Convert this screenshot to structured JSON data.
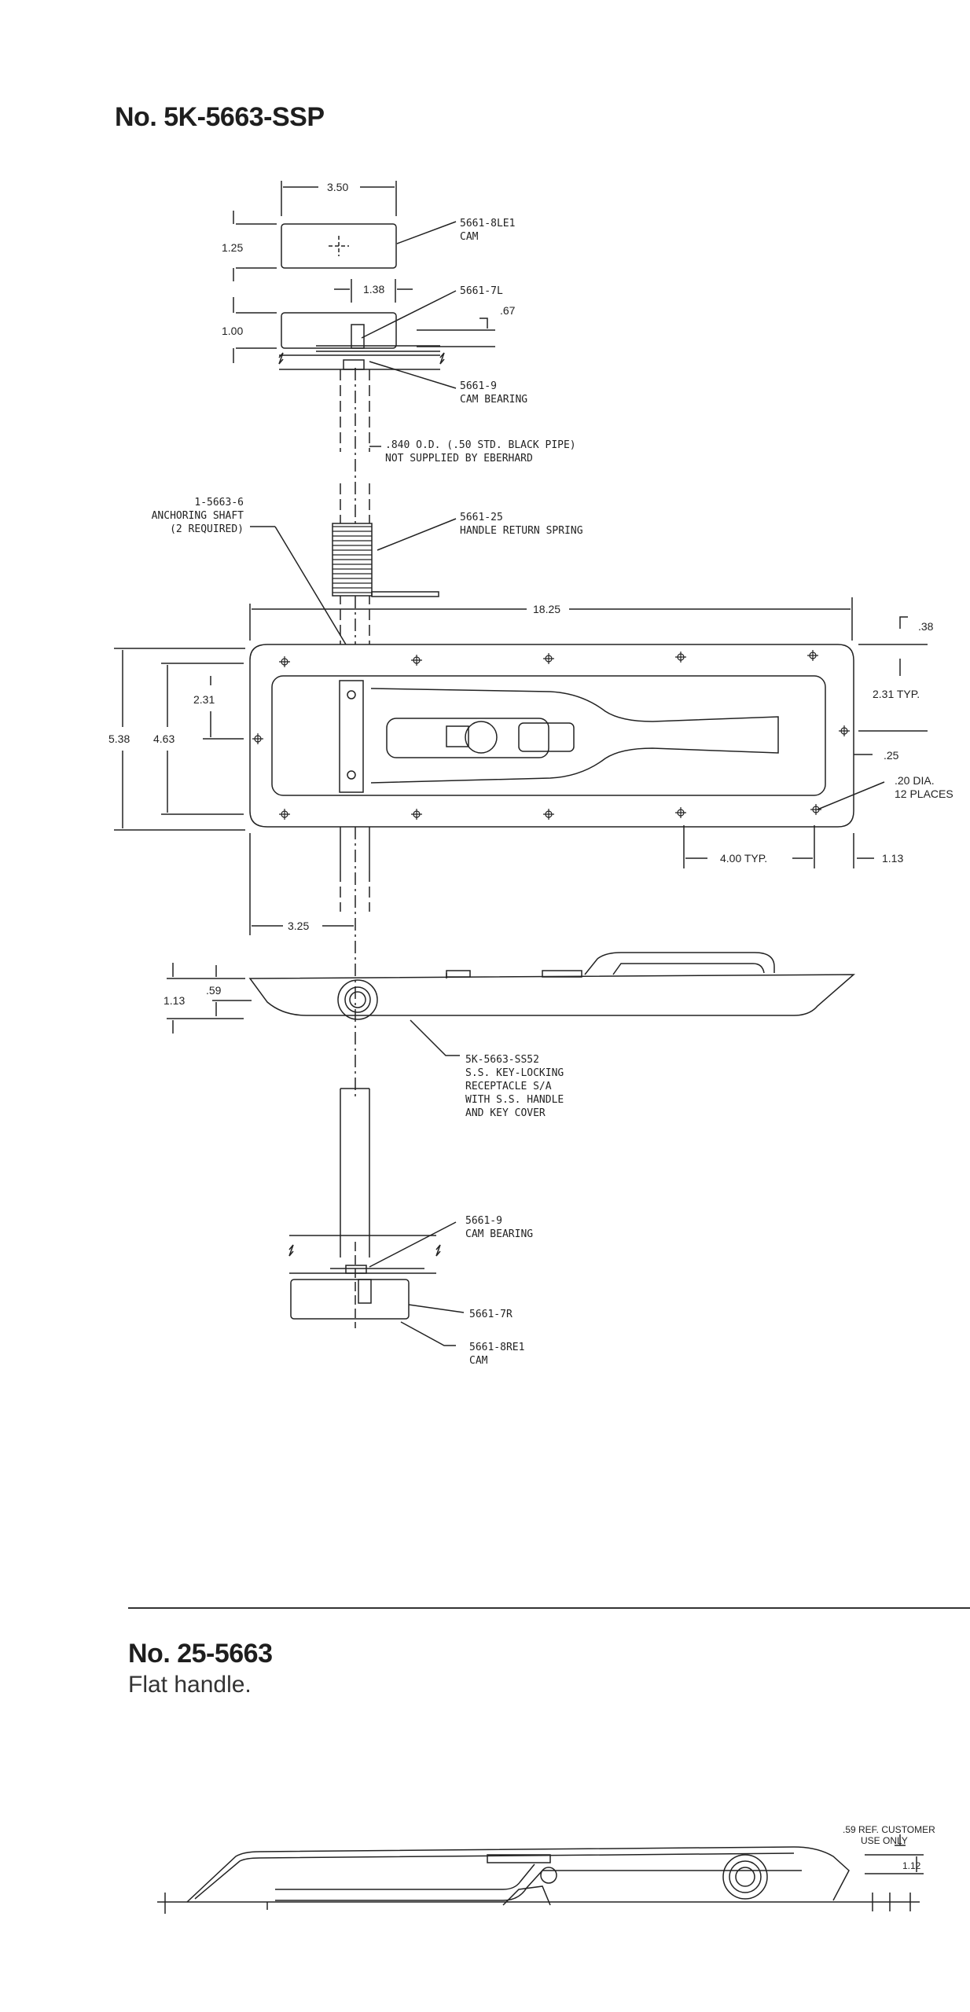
{
  "header": {
    "title": "No. 5K-5663-SSP"
  },
  "section2": {
    "title": "No. 25-5663",
    "subtitle": "Flat handle."
  },
  "dims": {
    "cam_w": "3.50",
    "cam_h": "1.25",
    "d138": "1.38",
    "d067": ".67",
    "d100": "1.00",
    "overall_w": "18.25",
    "d038": ".38",
    "d231_typ": "2.31 TYP.",
    "d231": "2.31",
    "d538": "5.38",
    "d463": "4.63",
    "d025": ".25",
    "holes": [
      ".20 DIA.",
      "12 PLACES"
    ],
    "d400": "4.00 TYP.",
    "d113r": "1.13",
    "d325": "3.25",
    "d113": "1.13",
    "d059": ".59",
    "d112": "1.12",
    "ref": [
      ".59 REF. CUSTOMER",
      "USE ONLY"
    ]
  },
  "callouts": {
    "cam_top": [
      "5661-8LE1",
      "CAM"
    ],
    "arm_left": [
      "5661-7L"
    ],
    "bearing_top": [
      "5661-9",
      "CAM BEARING"
    ],
    "pipe": [
      ".840 O.D. (.50 STD. BLACK PIPE)",
      "NOT SUPPLIED BY EBERHARD"
    ],
    "shaft": [
      "1-5663-6",
      "ANCHORING SHAFT",
      "(2 REQUIRED)"
    ],
    "spring": [
      "5661-25",
      "HANDLE RETURN SPRING"
    ],
    "receptacle": [
      "5K-5663-SS52",
      "S.S. KEY-LOCKING",
      "RECEPTACLE S/A",
      "WITH S.S. HANDLE",
      "AND KEY COVER"
    ],
    "bearing_bottom": [
      "5661-9",
      "CAM BEARING"
    ],
    "arm_right": [
      "5661-7R"
    ],
    "cam_bottom": [
      "5661-8RE1",
      "CAM"
    ]
  }
}
